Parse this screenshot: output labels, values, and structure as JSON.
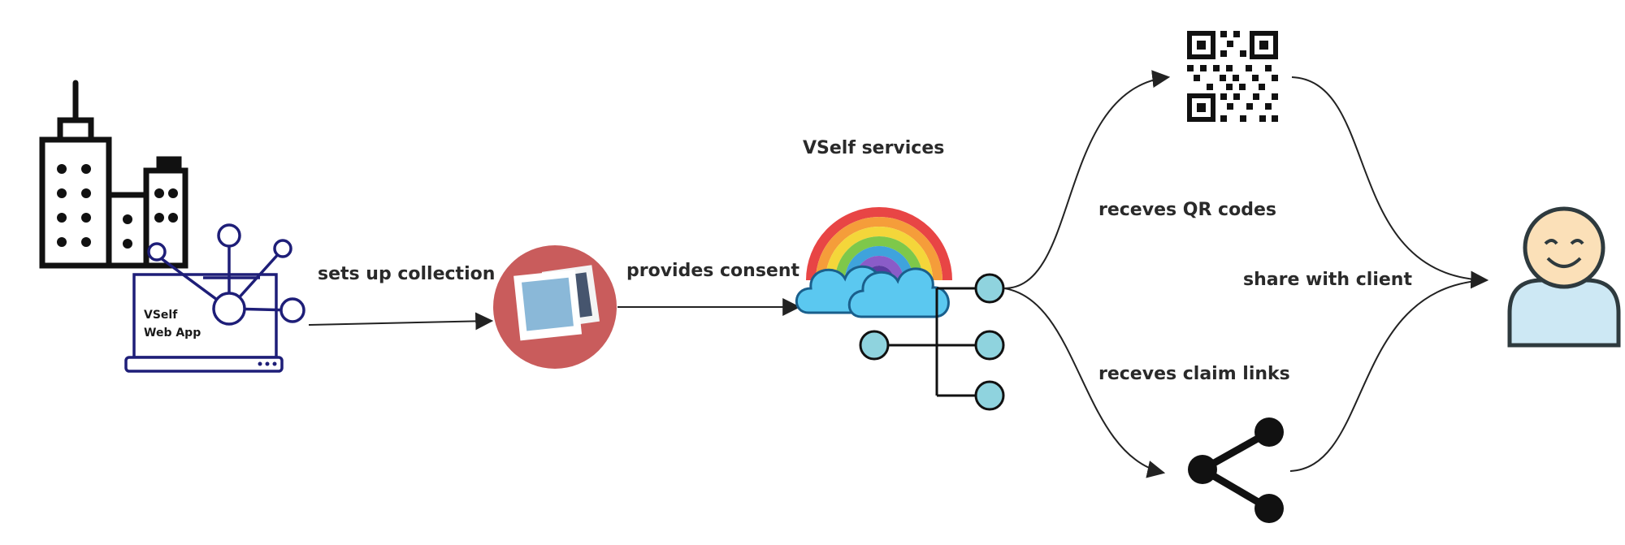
{
  "diagram": {
    "labels": {
      "sets_up_collection": "sets up collection",
      "provides_consent": "provides consent",
      "vself_services": "VSelf services",
      "receves_qr_codes": "receves QR codes",
      "receves_claim_links": "receves claim links",
      "share_with_client": "share with client"
    },
    "web_app": {
      "line1": "VSelf",
      "line2": "Web App"
    },
    "colors": {
      "line": "#222222",
      "webapp": "#1e1e78",
      "photo_bg": "#c95c5c",
      "node_fill": "#8fd3de",
      "cloud_fill": "#5bc8f0",
      "cloud_stroke": "#1a5f8c",
      "person_head": "#fbe0b8",
      "person_body": "#cde8f4"
    }
  }
}
